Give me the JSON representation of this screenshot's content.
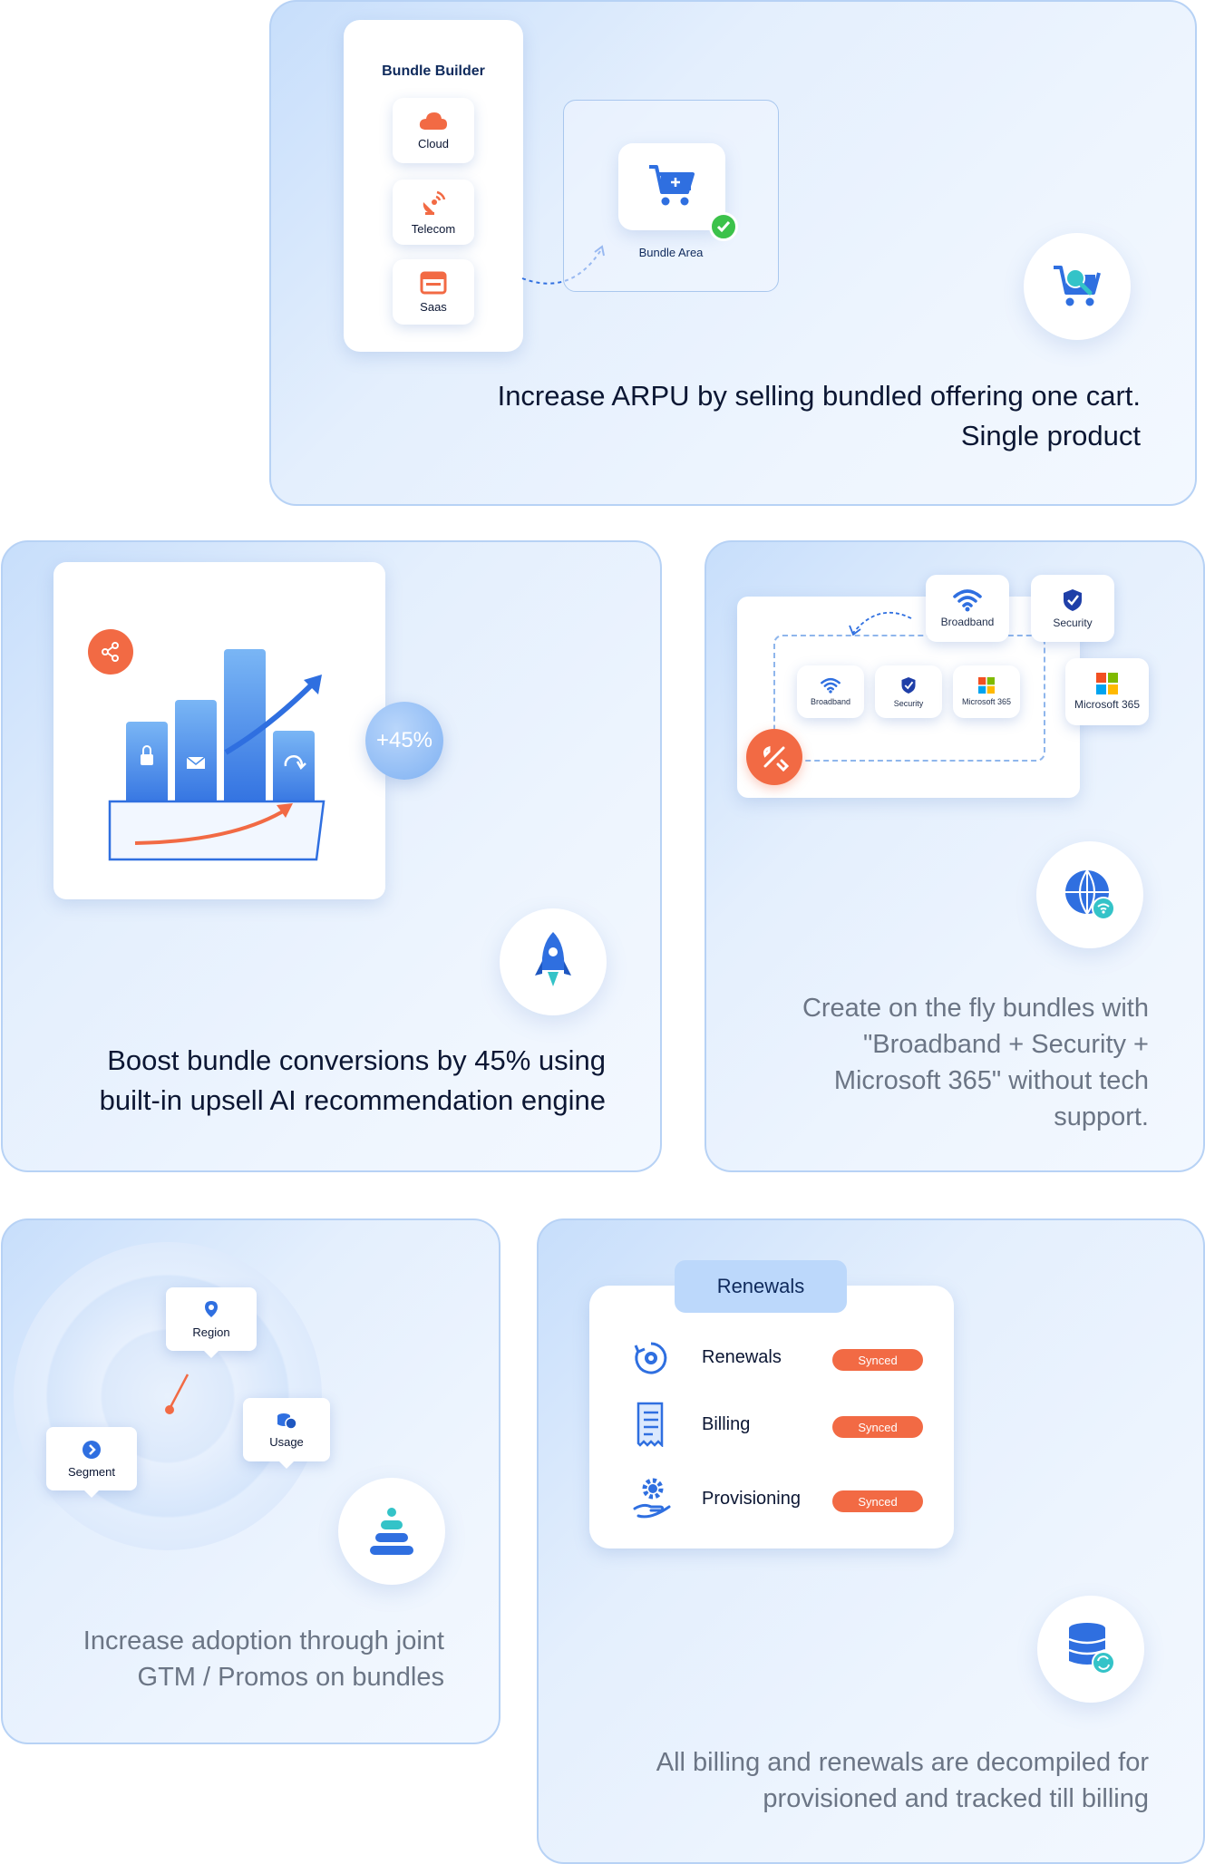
{
  "card1": {
    "builder_title": "Bundle Builder",
    "items": [
      "Cloud",
      "Telecom",
      "Saas"
    ],
    "area_label": "Bundle Area",
    "caption_line1": "Increase ARPU by selling bundled offering one cart.",
    "caption_line2": "Single product"
  },
  "card2": {
    "percent": "+45%",
    "caption_line1": "Boost bundle conversions by 45% using",
    "caption_line2": "built-in upsell AI recommendation engine"
  },
  "card3": {
    "top_tiles": [
      "Broadband",
      "Security"
    ],
    "inner_tiles": [
      "Broadband",
      "Security",
      "Microsoft 365"
    ],
    "side_tile": "Microsoft 365",
    "caption_line1": "Create on the fly bundles with",
    "caption_line2": "\"Broadband + Security +",
    "caption_line3": "Microsoft 365\" without tech",
    "caption_line4": "support."
  },
  "card4": {
    "pins": [
      "Region",
      "Usage",
      "Segment"
    ],
    "caption_line1": "Increase adoption through joint",
    "caption_line2": "GTM / Promos on bundles"
  },
  "card5": {
    "tab": "Renewals",
    "rows": [
      {
        "label": "Renewals",
        "status": "Synced"
      },
      {
        "label": "Billing",
        "status": "Synced"
      },
      {
        "label": "Provisioning",
        "status": "Synced"
      }
    ],
    "caption_line1": "All billing and renewals are decompiled for",
    "caption_line2": "provisioned and tracked till billing"
  },
  "colors": {
    "accent": "#2f6fe0",
    "orange": "#f26a44",
    "border": "#b7d2f5",
    "green": "#3cc24a"
  }
}
